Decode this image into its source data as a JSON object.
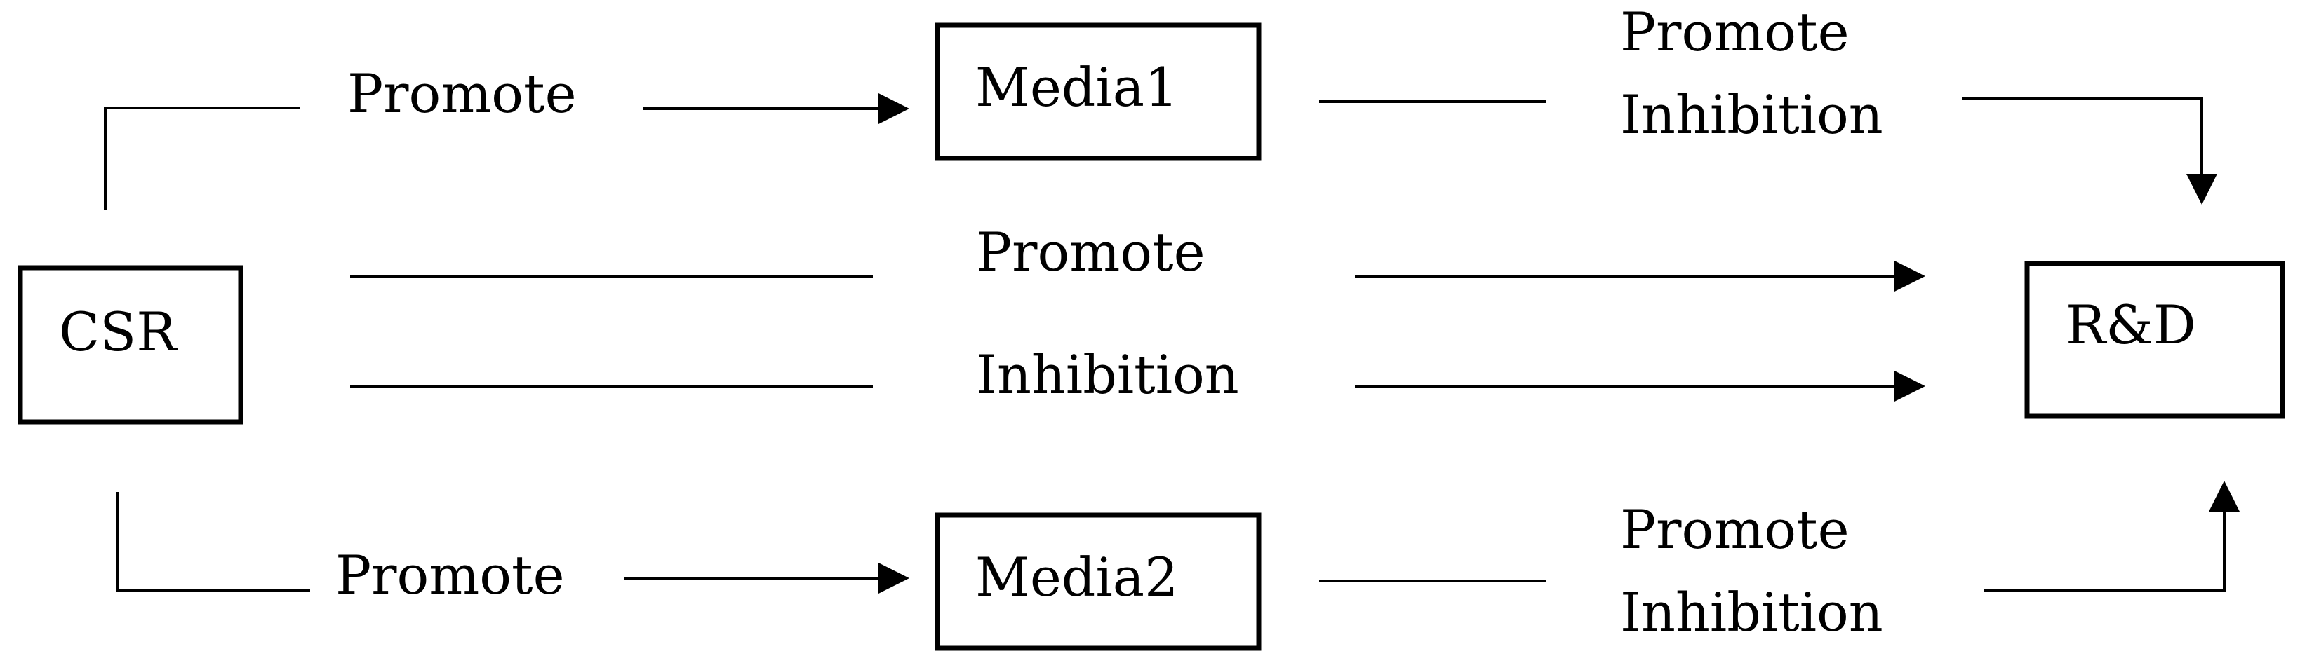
{
  "nodes": {
    "csr": "CSR",
    "media1": "Media1",
    "media2": "Media2",
    "rd": "R&D"
  },
  "edges": {
    "csr_to_media1": "Promote",
    "csr_to_rd_promote": "Promote",
    "csr_to_rd_inhibition": "Inhibition",
    "csr_to_media2": "Promote",
    "media1_to_rd": {
      "line1": "Promote",
      "line2": "Inhibition"
    },
    "media2_to_rd": {
      "line1": "Promote",
      "line2": "Inhibition"
    }
  }
}
